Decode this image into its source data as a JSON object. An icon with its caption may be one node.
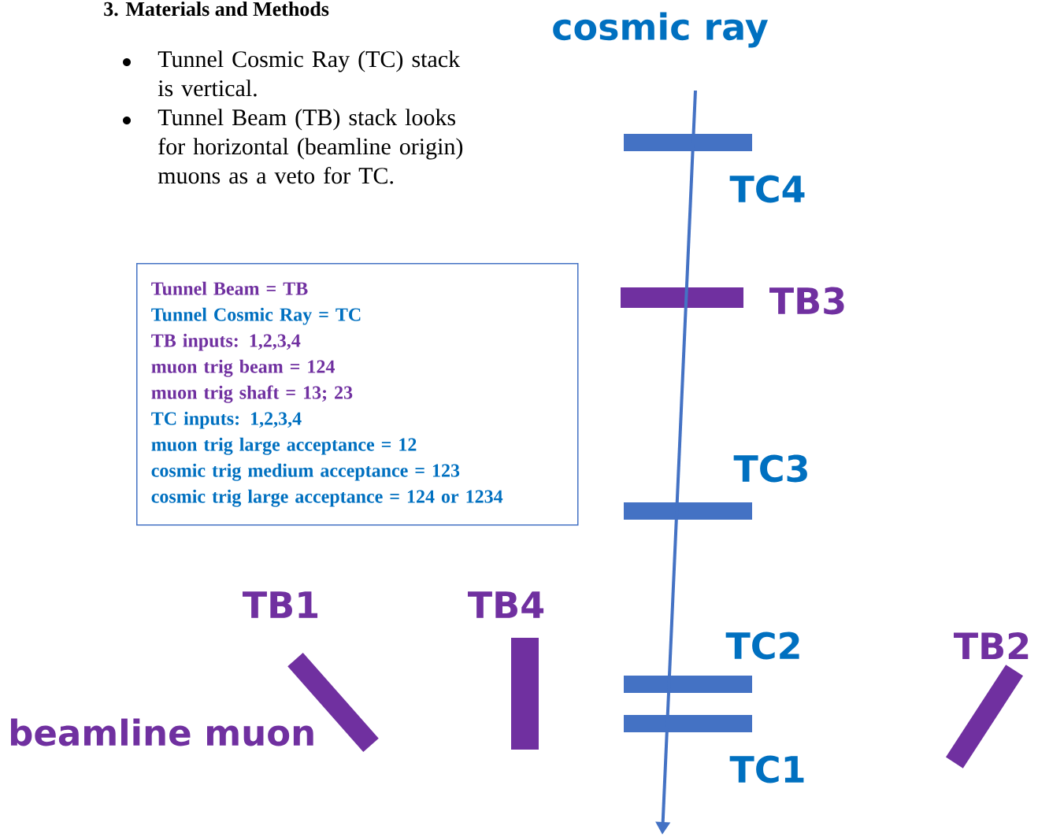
{
  "diagram": {
    "title": "3. Materials and Methods",
    "nodes": [
      {
        "text": [
          "Tunnel Beam = TB",
          "Tunnel Cosmic Ray = TC",
          "TB inputs: 1,2,3,4",
          "muon trig beam = 124",
          "muon trig shaft = 13; 23",
          "TC inputs: 1,2,3,4",
          "muon trig large acceptance = 12",
          "cosmic trig medium acceptance = 123",
          "cosmic trig large acceptance = 124 or 1234"
        ]
      },
      {
        "text": [],
        "shape": "bar",
        "beside": [
          "TC4"
        ]
      },
      {
        "text": [],
        "shape": "bar",
        "beside": [
          "TB3"
        ]
      },
      {
        "text": [],
        "shape": "bar",
        "beside": [
          "TC3"
        ]
      },
      {
        "text": [],
        "shape": "bar",
        "beside": [
          "TB1"
        ]
      },
      {
        "text": [],
        "shape": "bar",
        "beside": [
          "TB4"
        ]
      },
      {
        "text": [],
        "shape": "bar",
        "beside": [
          "TC2"
        ]
      },
      {
        "text": [],
        "shape": "bar",
        "beside": [
          "TB2"
        ]
      },
      {
        "text": [],
        "shape": "bar",
        "beside": [
          "TC1"
        ]
      }
    ],
    "labels": [
      "Tunnel Cosmic Ray (TC) stack is vertical.",
      "Tunnel Beam (TB) stack looks for horizontal (beamline origin) muons as a veto for TC.",
      "cosmic ray",
      "beamline muon"
    ]
  }
}
